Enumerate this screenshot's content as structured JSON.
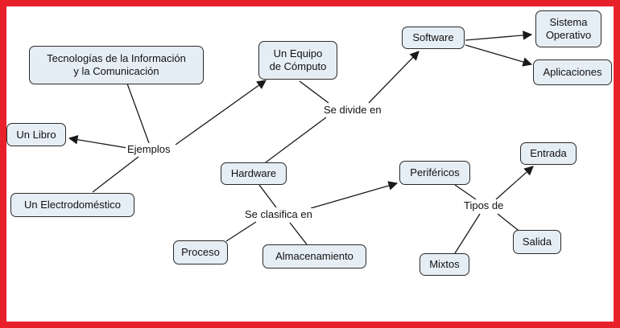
{
  "colors": {
    "frame": "#e8202a",
    "node_fill": "#e6eef5",
    "line": "#1a1a1a"
  },
  "nodes": {
    "equipo": "Un Equipo\nde Cómputo",
    "tic": "Tecnologías de la Información\ny la Comunicación",
    "libro": "Un Libro",
    "electro": "Un Electrodoméstico",
    "software": "Software",
    "sistema": "Sistema\nOperativo",
    "aplicaciones": "Aplicaciones",
    "hardware": "Hardware",
    "perifericos": "Periféricos",
    "entrada": "Entrada",
    "salida": "Salida",
    "mixtos": "Mixtos",
    "proceso": "Proceso",
    "almacenamiento": "Almacenamiento"
  },
  "phrases": {
    "ejemplos": "Ejemplos",
    "divide": "Se divide en",
    "clasifica": "Se clasifica en",
    "tipos": "Tipos de"
  }
}
